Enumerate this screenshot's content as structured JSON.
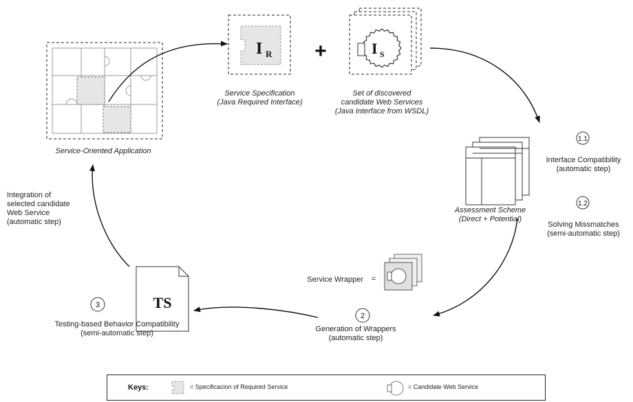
{
  "top": {
    "spec_symbol": "I",
    "spec_subscript": "R",
    "plus": "+",
    "candidate_symbol": "I",
    "candidate_subscript": "S",
    "spec_caption": [
      "Service Specification",
      "(Java Required Interface)"
    ],
    "candidate_caption": [
      "Set of discovered",
      "candidate Web Services",
      "(Java Interface from WSDL)"
    ]
  },
  "app": {
    "caption": "Service-Oriented Application"
  },
  "assessment": {
    "caption": [
      "Assessment Scheme",
      "(Direct + Potential)"
    ],
    "step_1_1": {
      "badge": "1.1",
      "label": [
        "Interface Compatibility",
        "(automatic step)"
      ]
    },
    "step_1_2": {
      "badge": "1.2",
      "label": [
        "Solving Missmatches",
        "(semi-automatic step)"
      ]
    }
  },
  "wrapper": {
    "label": "Service Wrapper",
    "equals": "=",
    "step_2": {
      "badge": "2",
      "label": [
        "Generation of Wrappers",
        "(automatic step)"
      ]
    }
  },
  "testing": {
    "doc_text": "TS",
    "step_3": {
      "badge": "3",
      "label": [
        "Testing-based Behavior Compatibility",
        "(semi-automatic step)"
      ]
    }
  },
  "integration": {
    "label": [
      "Integration of",
      "selected candidate",
      "Web Service",
      "(automatic step)"
    ]
  },
  "keys": {
    "title": "Keys:",
    "spec_key": "= Specificacion of Required Service",
    "candidate_key": "= Candidate Web Service"
  },
  "colors": {
    "stroke": "#333333",
    "light_fill": "#e6e6e6",
    "piece_stroke": "#999999"
  }
}
